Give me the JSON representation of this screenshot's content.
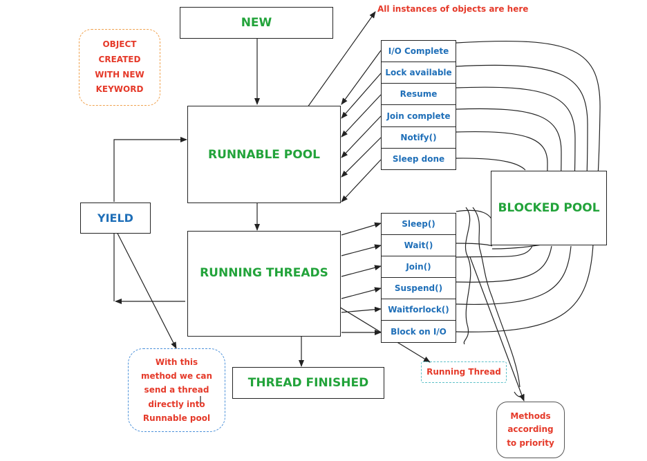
{
  "colors": {
    "green": "#22a33a",
    "blue": "#1f6fb8",
    "red": "#e53a2a",
    "orange": "#f0a04b",
    "line": "#222222"
  },
  "boxes": {
    "new": "NEW",
    "runnable_pool": "RUNNABLE POOL",
    "running_threads": "RUNNING THREADS",
    "yield": "YIELD",
    "thread_finished": "THREAD FINISHED",
    "blocked_pool": "BLOCKED POOL"
  },
  "unblock_events": [
    "I/O Complete",
    "Lock available",
    "Resume",
    "Join complete",
    "Notify()",
    "Sleep done"
  ],
  "block_methods": [
    "Sleep()",
    "Wait()",
    "Join()",
    "Suspend()",
    "Waitforlock()",
    "Block on I/O"
  ],
  "notes": {
    "object_created": "OBJECT CREATED WITH NEW KEYWORD",
    "all_instances": "All instances of objects are here",
    "yield_method": "With this method we can send a thread directly into Runnable pool",
    "running_thread": "Running Thread",
    "methods_priority": "Methods according to priority"
  }
}
